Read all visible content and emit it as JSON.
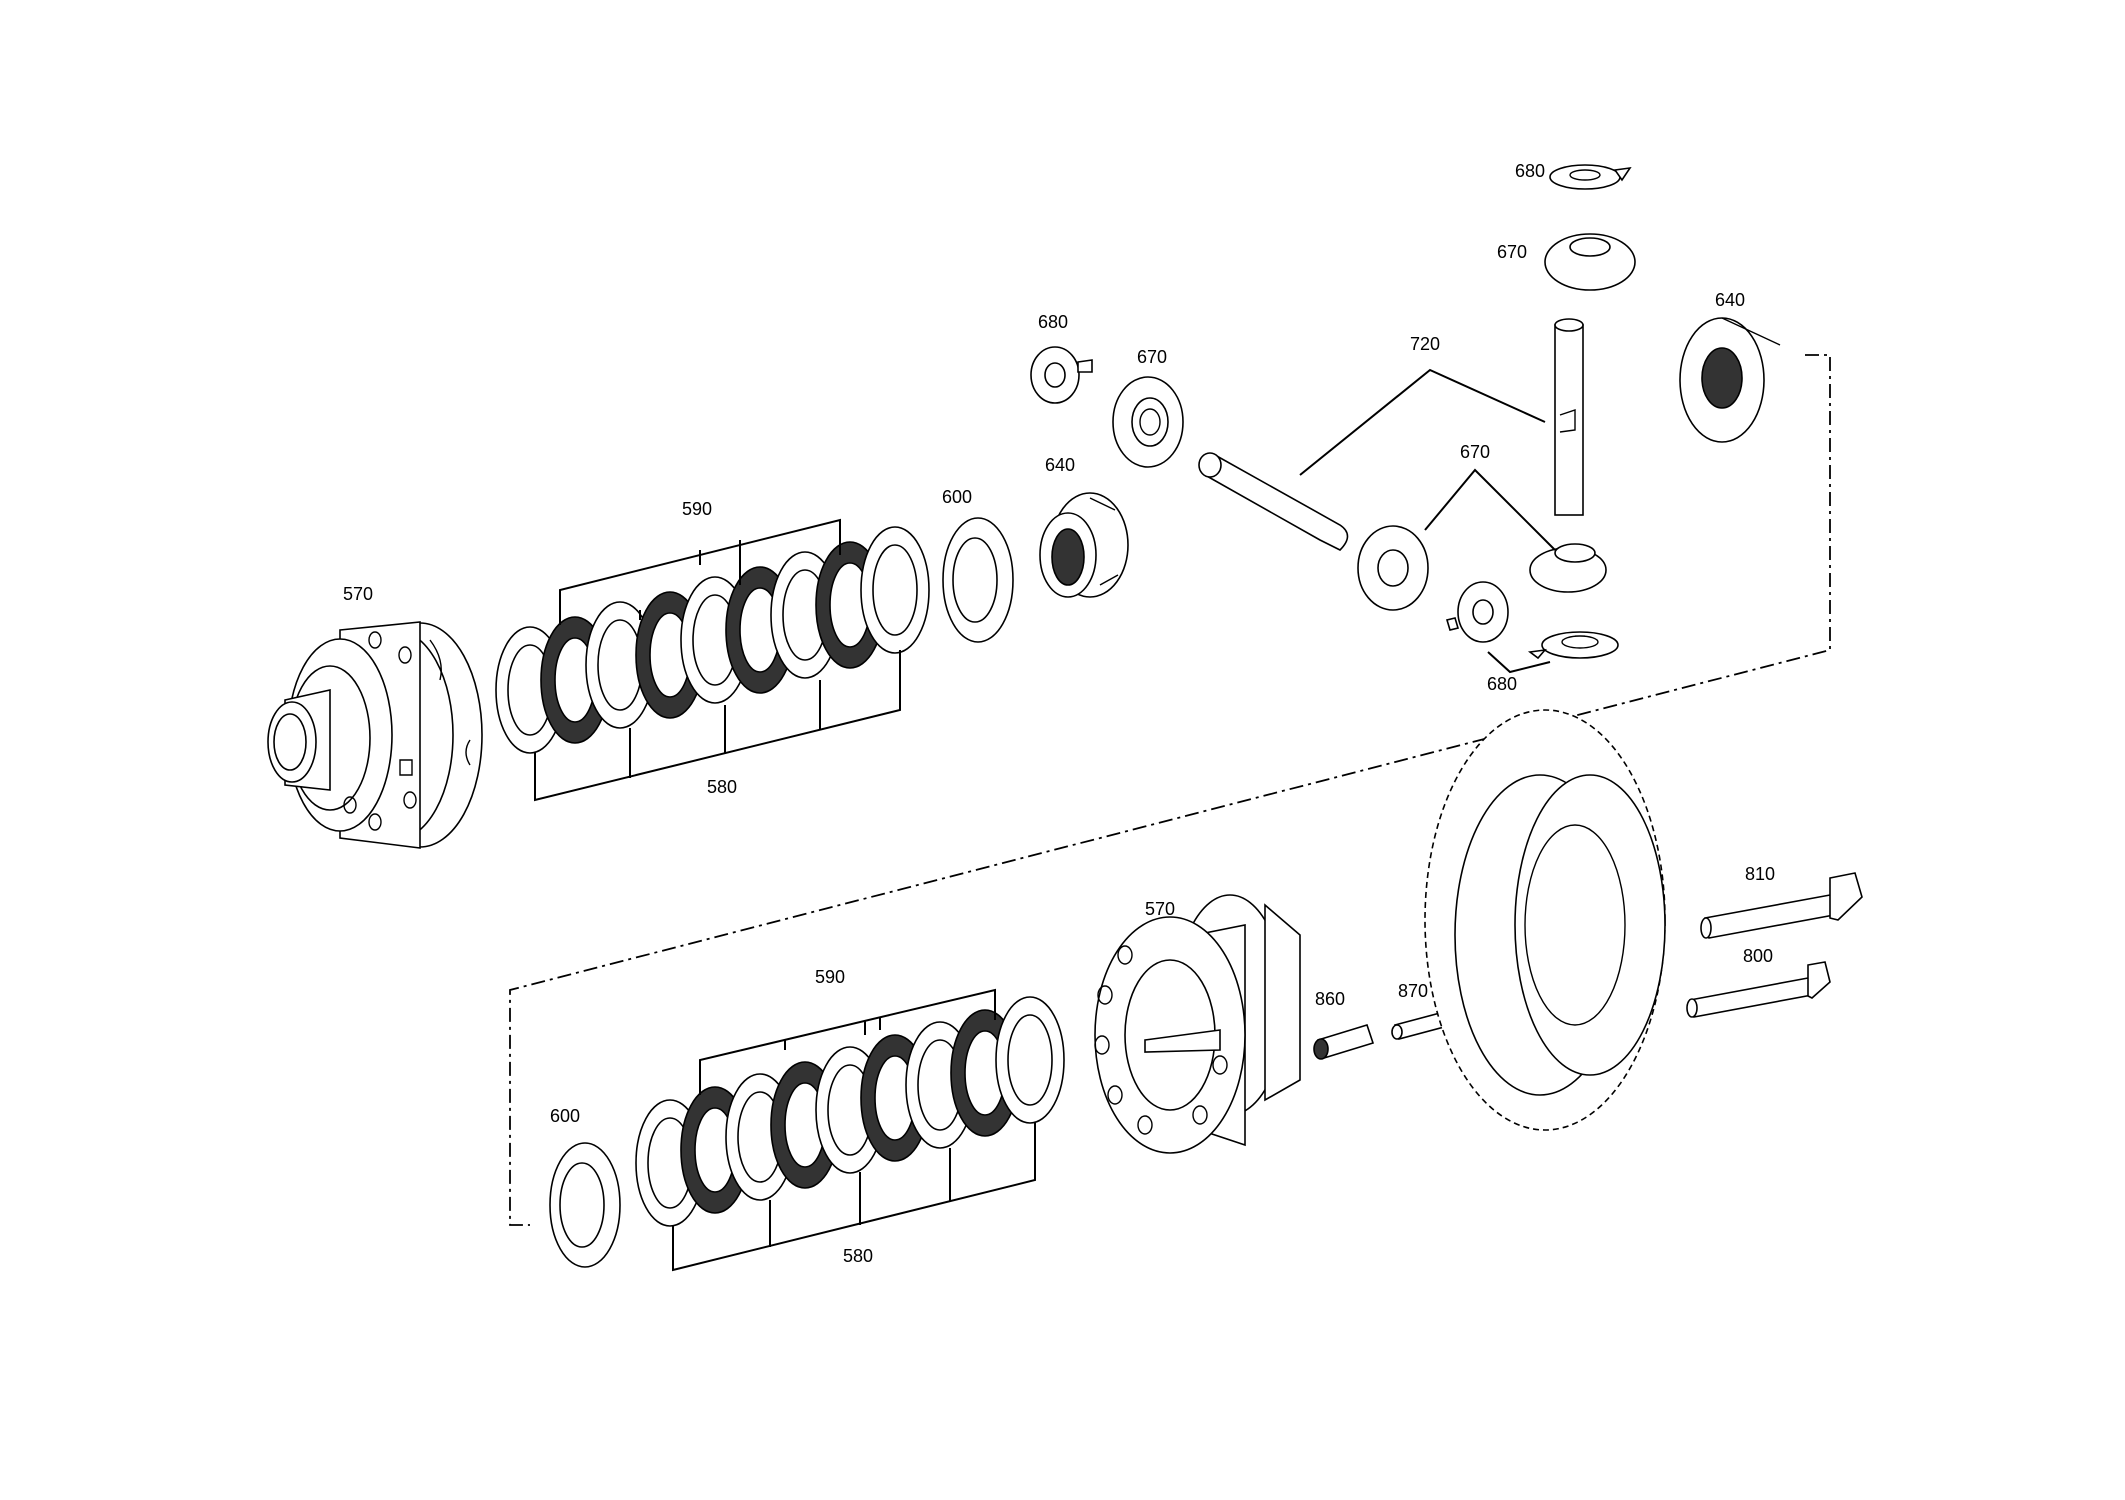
{
  "labels": {
    "top_570": "570",
    "top_590": "590",
    "top_580": "580",
    "top_600": "600",
    "top_640_left": "640",
    "top_680_left": "680",
    "top_670_left": "670",
    "top_720": "720",
    "top_670_mid": "670",
    "top_680_top": "680",
    "top_670_top": "670",
    "top_640_right": "640",
    "top_680_bottom": "680",
    "bot_570": "570",
    "bot_590": "590",
    "bot_580": "580",
    "bot_600": "600",
    "bot_860": "860",
    "bot_870": "870",
    "bot_810": "810",
    "bot_800": "800"
  }
}
